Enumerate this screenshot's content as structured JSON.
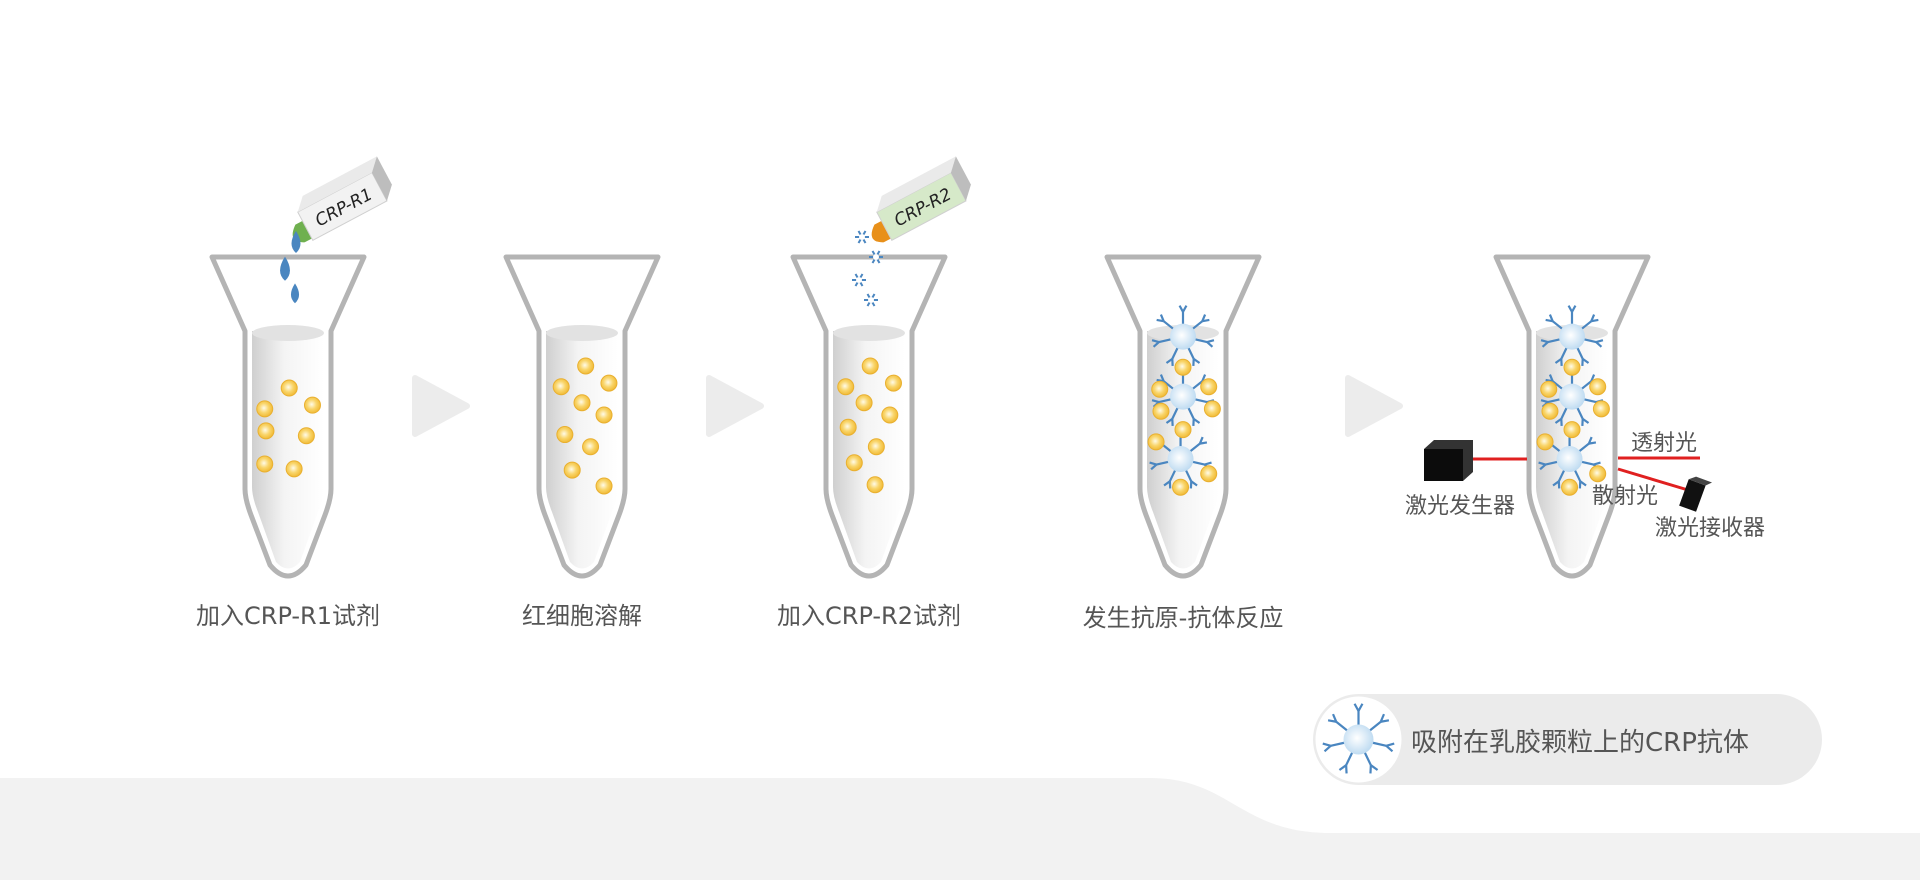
{
  "steps": [
    {
      "label": "加入CRP-R1试剂",
      "reagent": "CRP-R1"
    },
    {
      "label": "红细胞溶解"
    },
    {
      "label": "加入CRP-R2试剂",
      "reagent": "CRP-R2"
    },
    {
      "label": "发生抗原-抗体反应"
    },
    {
      "label": ""
    }
  ],
  "measurement": {
    "laser_emitter": "激光发生器",
    "laser_receiver": "激光接收器",
    "transmitted_light": "透射光",
    "scattered_light": "散射光"
  },
  "legend": {
    "text": "吸附在乳胶颗粒上的CRP抗体"
  },
  "colors": {
    "particle": "#f5c243",
    "antibody": "#4a86c0",
    "laser": "#e02020",
    "r1_cap": "#6fb04f",
    "r2_cap": "#e8901a",
    "tube": "#b4b4b4",
    "band": "#f2f2f2"
  }
}
